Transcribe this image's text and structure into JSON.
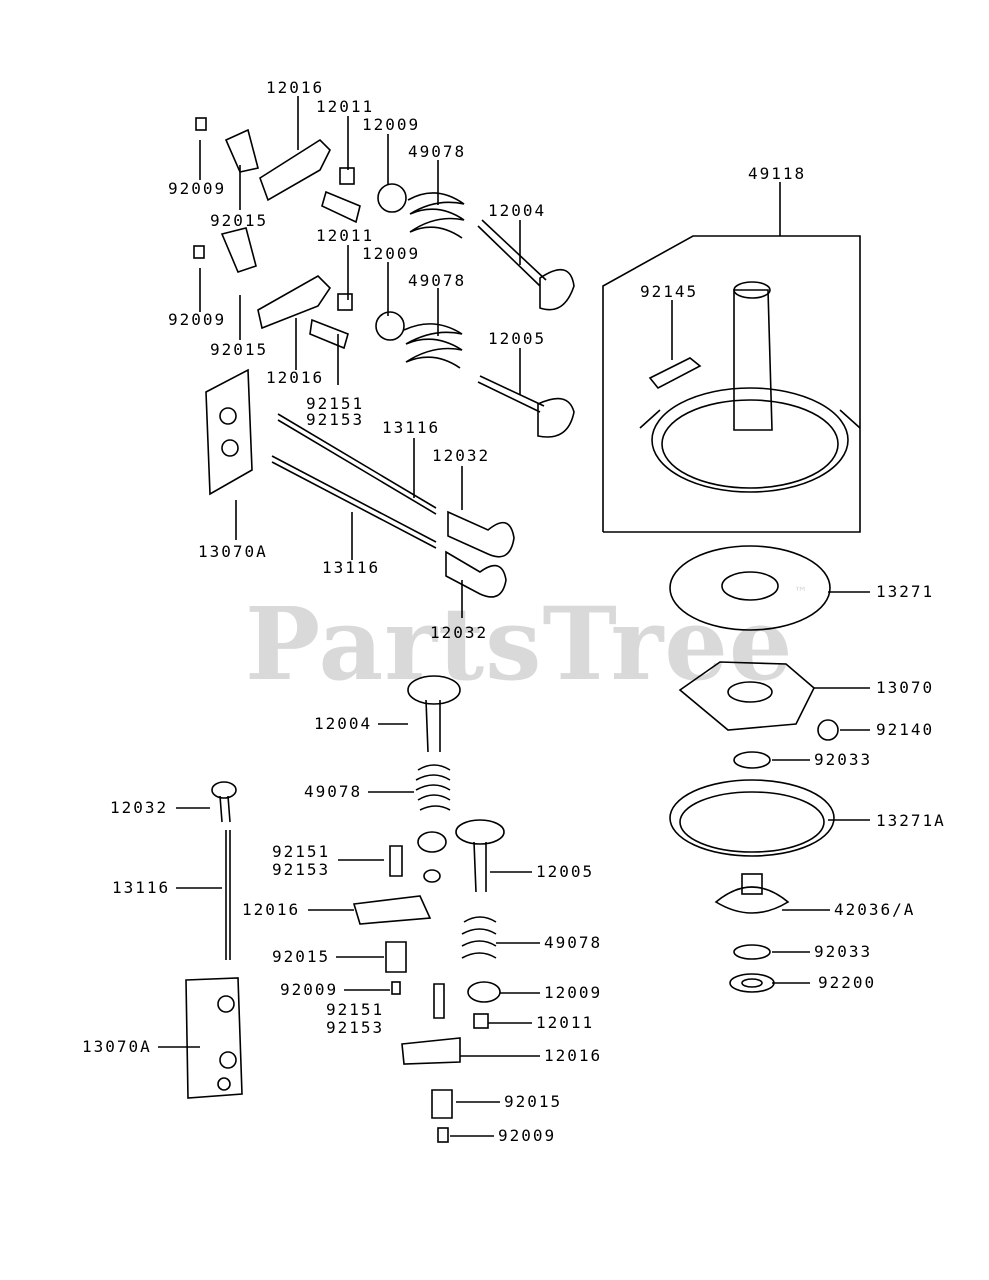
{
  "watermark": {
    "text": "PartsTree",
    "mark": "™"
  },
  "labels": {
    "l12016a": "12016",
    "l12011a": "12011",
    "l12009a": "12009",
    "l49078a": "49078",
    "l92009a": "92009",
    "l92015a": "92015",
    "l12004a": "12004",
    "l12011b": "12011",
    "l12009b": "12009",
    "l49078b": "49078",
    "l92009b": "92009",
    "l92015b": "92015",
    "l12016b": "12016",
    "l92151a": "92151",
    "l92153a": "92153",
    "l12005a": "12005",
    "l13116a": "13116",
    "l12032a": "12032",
    "l13070Aa": "13070A",
    "l13116b": "13116",
    "l12032b": "12032",
    "l49118": "49118",
    "l92145": "92145",
    "l13271": "13271",
    "l13070": "13070",
    "l92140": "92140",
    "l92033a": "92033",
    "l13271A": "13271A",
    "l42036": "42036/A",
    "l92033b": "92033",
    "l92200": "92200",
    "l12004b": "12004",
    "l49078c": "49078",
    "l12032c": "12032",
    "l92151b": "92151",
    "l92153b": "92153",
    "l12005b": "12005",
    "l13116c": "13116",
    "l12016c": "12016",
    "l49078d": "49078",
    "l92015c": "92015",
    "l92009c": "92009",
    "l12009c": "12009",
    "l92151c": "92151",
    "l92153c": "92153",
    "l12011c": "12011",
    "l13070Ab": "13070A",
    "l12016d": "12016",
    "l92015d": "92015",
    "l92009d": "92009"
  }
}
